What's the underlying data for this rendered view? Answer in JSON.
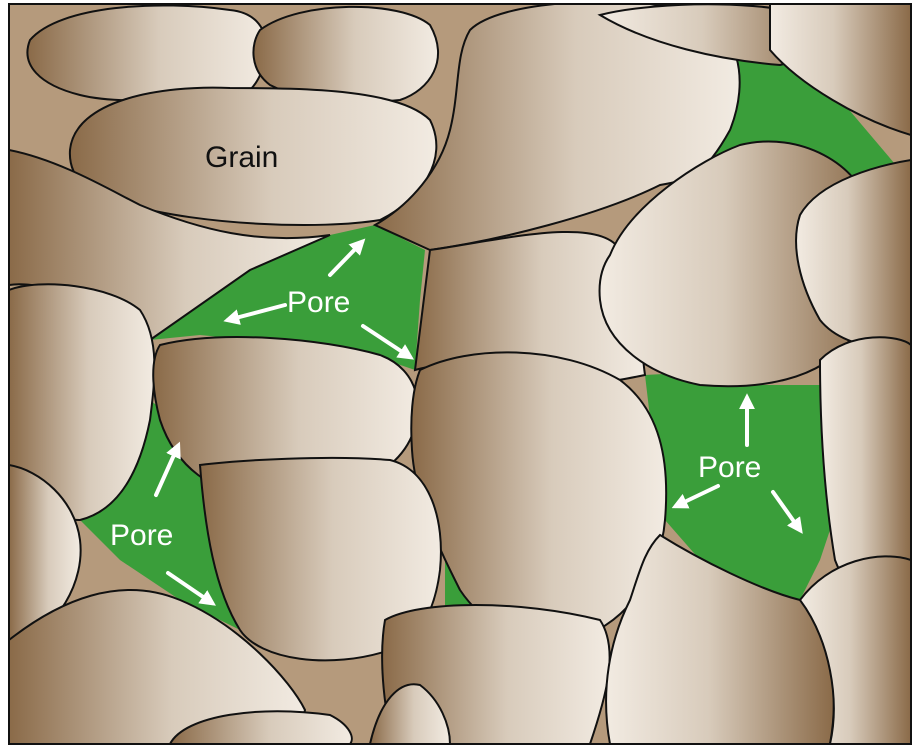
{
  "labels": {
    "grain": "Grain",
    "pore_1": "Pore",
    "pore_2": "Pore",
    "pore_3": "Pore"
  },
  "colors": {
    "pore": "#3a9e3a",
    "grain_dark": "#8a6a48",
    "grain_light": "#f2ebe2",
    "outline": "#111111",
    "arrow": "#ffffff"
  }
}
